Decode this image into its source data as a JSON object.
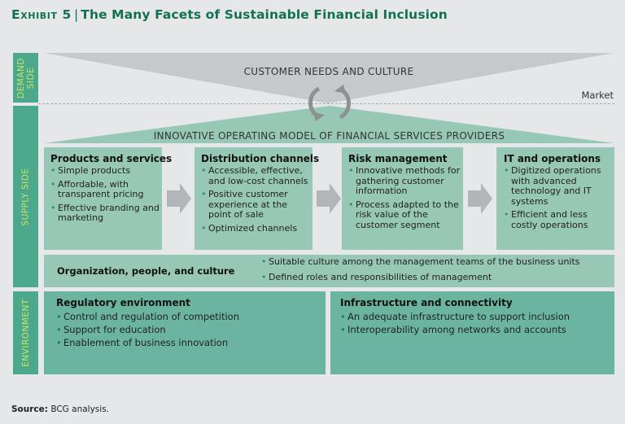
{
  "title": {
    "exhibit": "Exhibit 5",
    "separator": "|",
    "text": "The Many Facets of Sustainable Financial Inclusion"
  },
  "side_labels": {
    "demand": "DEMAND SIDE",
    "supply": "SUPPLY SIDE",
    "environment": "ENVIRONMENT"
  },
  "demand": {
    "label": "CUSTOMER NEEDS AND CULTURE",
    "market_label": "Market",
    "icon": "refresh-cycle-icon"
  },
  "supply": {
    "label": "INNOVATIVE OPERATING MODEL OF FINANCIAL SERVICES PROVIDERS",
    "boxes": [
      {
        "title": "Products and services",
        "items": [
          "Simple products",
          "Affordable, with transparent pricing",
          "Effective branding and marketing"
        ]
      },
      {
        "title": "Distribution channels",
        "items": [
          "Accessible, effective, and low-cost channels",
          "Positive customer experience at the point of sale",
          "Optimized channels"
        ]
      },
      {
        "title": "Risk management",
        "items": [
          "Innovative methods for gathering customer information",
          "Process adapted to the risk value of the customer segment"
        ]
      },
      {
        "title": "IT and operations",
        "items": [
          "Digitized operations with advanced technology and IT systems",
          "Efficient and less costly operations"
        ]
      }
    ],
    "organization": {
      "title": "Organization, people, and culture",
      "items": [
        "Suitable culture among the management teams of the business units",
        "Defined roles and responsibilities of management"
      ]
    }
  },
  "environment": {
    "boxes": [
      {
        "title": "Regulatory environment",
        "items": [
          "Control and regulation of competition",
          "Support for education",
          "Enablement of business innovation"
        ]
      },
      {
        "title": "Infrastructure and connectivity",
        "items": [
          "An adequate infrastructure to support inclusion",
          "Interoperability among networks and accounts"
        ]
      }
    ]
  },
  "source": {
    "label": "Source:",
    "text": "BCG analysis."
  },
  "colors": {
    "title_green": "#12714f",
    "side_label_bg": "#4ca88a",
    "side_label_text": "#c9e36a",
    "light_teal_box": "#96c8b5",
    "env_box": "#6bb5a0",
    "gray_triangle": "#c7c8ca",
    "arrow_gray": "#b3b5b8"
  }
}
